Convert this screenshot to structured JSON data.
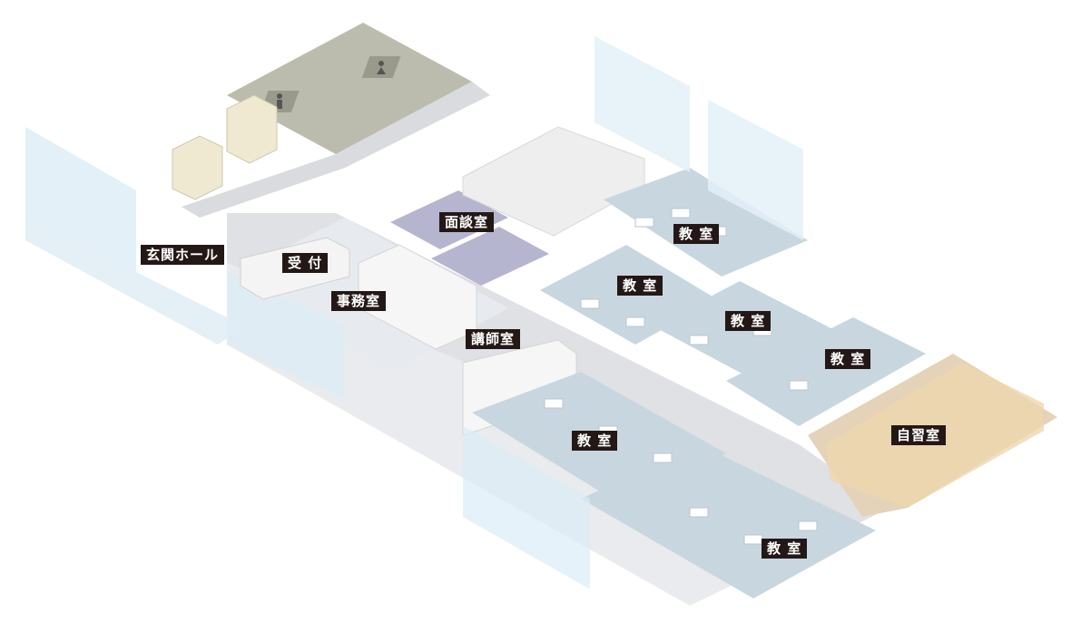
{
  "rooms": {
    "entrance_hall": "玄関ホール",
    "reception": "受 付",
    "office": "事務室",
    "counseling": "面談室",
    "instructor_room": "講師室",
    "classroom_top": "教 室",
    "classroom_mid_left": "教 室",
    "classroom_mid_center": "教 室",
    "classroom_mid_right": "教 室",
    "classroom_lower": "教 室",
    "classroom_bottom": "教 室",
    "self_study": "自習室"
  },
  "colors": {
    "classroom_floor": "#c8d6e0",
    "corridor_floor": "#dfe1e4",
    "counseling_floor": "#b5b5cf",
    "restroom_floor": "#bcbcae",
    "self_study_floor": "#e4d3b8",
    "glass": "#dcecf6",
    "label_bg": "#231815",
    "label_text": "#ffffff"
  },
  "icons": [
    "restroom-female-icon",
    "restroom-male-icon"
  ]
}
